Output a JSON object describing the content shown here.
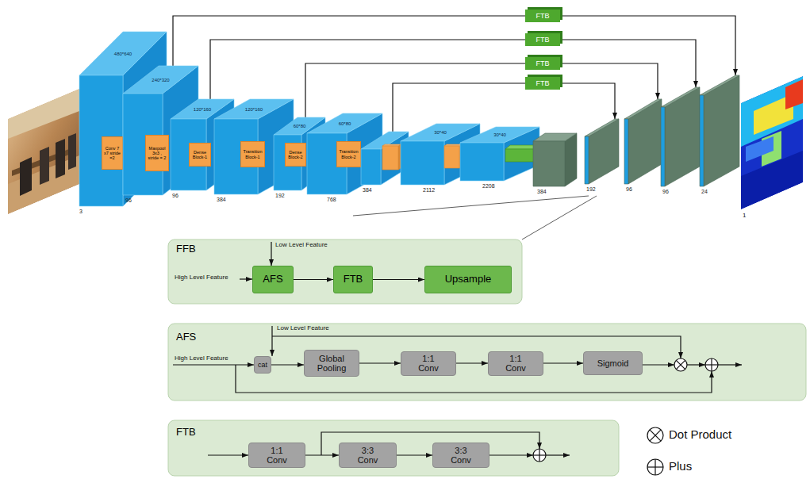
{
  "diagram": {
    "nodes": [
      {
        "text": [
          "FTB"
        ]
      },
      {
        "text": [
          "FTB"
        ]
      },
      {
        "text": [
          "FTB"
        ]
      },
      {
        "text": [
          "FTB"
        ]
      },
      {
        "text": [
          "480*640",
          "3"
        ]
      },
      {
        "text": [
          "Conv 7 x7 stride =2"
        ]
      },
      {
        "text": [
          "240*320",
          "96"
        ]
      },
      {
        "text": [
          "Maxpool 3x3 , stride = 2"
        ]
      },
      {
        "text": [
          "120*160",
          "96"
        ]
      },
      {
        "text": [
          "Dense Block-1"
        ]
      },
      {
        "text": [
          "120*160",
          "384"
        ]
      },
      {
        "text": [
          "Transition Block-1"
        ]
      },
      {
        "text": [
          "60*80",
          "192"
        ]
      },
      {
        "text": [
          "Dense Block-2"
        ]
      },
      {
        "text": [
          "60*80",
          "768"
        ]
      },
      {
        "text": [
          "Transition Block-2"
        ]
      },
      {
        "text": [
          "384"
        ]
      },
      {
        "text": [
          "30*40",
          "2112"
        ]
      },
      {
        "text": [
          "30*40",
          "2208"
        ]
      },
      {
        "text": [
          "384"
        ]
      },
      {
        "text": [
          "192"
        ]
      },
      {
        "text": [
          "96"
        ]
      },
      {
        "text": [
          "96"
        ]
      },
      {
        "text": [
          "24"
        ]
      },
      {
        "text": [
          "FFB"
        ]
      },
      {
        "text": [
          "AFS"
        ],
        "in": 24
      },
      {
        "text": [
          "FTB"
        ],
        "in": 24
      },
      {
        "text": [
          "Upsample"
        ],
        "in": 24
      },
      {
        "text": [
          "AFS"
        ]
      },
      {
        "text": [
          "cat"
        ],
        "in": 28
      },
      {
        "text": [
          "Global Pooling"
        ],
        "in": 28
      },
      {
        "text": [
          "1:1 Conv"
        ],
        "in": 28
      },
      {
        "text": [
          "1:1 Conv"
        ],
        "in": 28
      },
      {
        "text": [
          "Sigmoid"
        ],
        "in": 28
      },
      {
        "text": [
          "FTB"
        ]
      },
      {
        "text": [
          "1:1 Conv"
        ],
        "in": 34
      },
      {
        "text": [
          "3:3 Conv"
        ],
        "in": 34
      },
      {
        "text": [
          "3:3 Conv"
        ],
        "in": 34
      }
    ],
    "edges": [
      {
        "from": 6,
        "to": 0,
        "arrow": "none"
      },
      {
        "from": 0,
        "to": 23,
        "arrow": "to"
      },
      {
        "from": 8,
        "to": 1,
        "arrow": "none"
      },
      {
        "from": 1,
        "to": 22,
        "arrow": "to"
      },
      {
        "from": 12,
        "to": 2,
        "arrow": "none"
      },
      {
        "from": 2,
        "to": 21,
        "arrow": "to"
      },
      {
        "from": 16,
        "to": 3,
        "arrow": "none"
      },
      {
        "from": 3,
        "to": 20,
        "arrow": "to"
      },
      {
        "from": 25,
        "to": 26,
        "arrow": "to"
      },
      {
        "from": 26,
        "to": 27,
        "arrow": "to"
      },
      {
        "from": 29,
        "to": 30,
        "arrow": "to"
      },
      {
        "from": 30,
        "to": 31,
        "arrow": "to"
      },
      {
        "from": 31,
        "to": 32,
        "arrow": "to"
      },
      {
        "from": 32,
        "to": 33,
        "arrow": "to"
      },
      {
        "from": 35,
        "to": 36,
        "arrow": "to"
      },
      {
        "from": 36,
        "to": 37,
        "arrow": "to"
      }
    ],
    "labels": [
      "1",
      "Low Level Feature",
      "High Level Feature",
      "Low Level Feature",
      "High Level Feature"
    ],
    "legend": [
      {
        "text": "Dot Product"
      },
      {
        "text": "Plus"
      }
    ]
  }
}
